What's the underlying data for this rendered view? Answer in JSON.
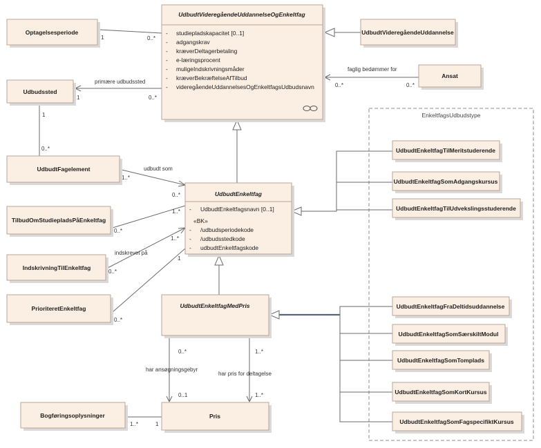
{
  "classes": {
    "main": {
      "title": "UdbudtVideregåendeUddannelseOgEnkeltfag",
      "attributes": [
        "studiepladskapacitet [0..1]",
        "adgangskrav",
        "kræverDeltagerbetaling",
        "e-læringsprocent",
        "muligeIndskrivningsmåder",
        "kræverBekræftelseAfTilbud",
        "videregåendeUddannelsesOgEnkeltfagsUdbudsnavn"
      ]
    },
    "optagelsesperiode": "Optagelsesperiode",
    "udbudtVideregaende": "UdbudtVideregåendeUddannelse",
    "ansat": "Ansat",
    "udbudssted": "Udbudssted",
    "udbudtFagelement": "UdbudtFagelement",
    "tilbudOmStudieplads": "TilbudOmStudiepladsPåEnkeltfag",
    "indskrivning": "IndskrivningTilEnkeltfag",
    "prioriteret": "PrioriteretEnkeltfag",
    "bogforing": "Bogføringsoplysninger",
    "pris": "Pris",
    "enkeltfag": {
      "title": "UdbudtEnkeltfag",
      "attr1": "UdbudtEnkeltfagsnavn [0..1]",
      "stereotype": "«BK»",
      "attrs": [
        "/udbudsperiodekode",
        "/udbudsstedkode",
        "udbudtEnkeltfagskode"
      ]
    },
    "medPris": "UdbudtEnkeltfagMedPris"
  },
  "package": {
    "title": "EnkeltfagsUdbudstype",
    "items_top": [
      "UdbudtEnkeltfagTilMeritstuderende",
      "UdbudtEnkeltfagSomAdgangskursus",
      "UdbudtEnkeltfagTilUdvekslingsstuderende"
    ],
    "items_bottom": [
      "UdbudtEnkeltfagFraDeltidsuddannelse",
      "UdbudtEnkeltfagSomSærskiltModul",
      "UdbudtEnkeltfagSomTomplads",
      "UdbudtEnkeltfagSomKortKursus",
      "UdbudtEnkeltfagSomFagspecifiktKursus"
    ]
  },
  "associations": {
    "primaere": "primære udbudssted",
    "faglig": "faglig bedømmer for",
    "udbudt_som": "udbudt som",
    "indskrevet": "indskrevet på",
    "har_ansog": "har ansøgningsgebyr",
    "har_pris": "har pris for deltagelse"
  },
  "multiplicities": {
    "one": "1",
    "zero_many": "0..*",
    "one_many": "1..*",
    "zero_one": "0..1"
  }
}
